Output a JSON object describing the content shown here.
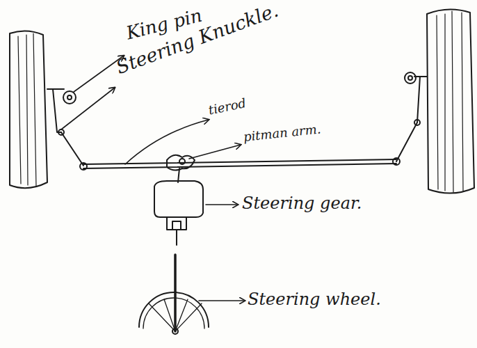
{
  "diagram": {
    "labels": [
      "King pin",
      "Steering Knuckle.",
      "tierod",
      "pitman arm.",
      "Steering gear.",
      "Steering wheel."
    ]
  }
}
